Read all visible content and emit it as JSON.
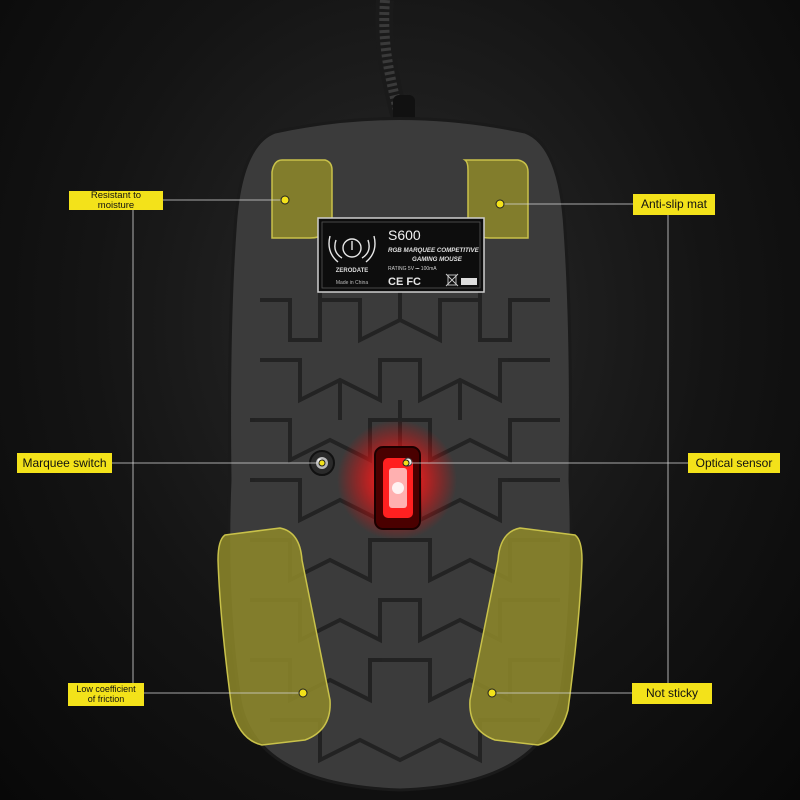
{
  "callouts": {
    "resistant_to_moisture": "Resistant to moisture",
    "anti_slip_mat": "Anti-slip mat",
    "marquee_switch": "Marquee switch",
    "optical_sensor": "Optical sensor",
    "low_coefficient_of_friction": "Low coefficient\nof friction",
    "not_sticky": "Not sticky"
  },
  "product_label": {
    "model": "S600",
    "line1": "RGB MARQUEE COMPETITIVE",
    "line2": "GAMING MOUSE",
    "rating": "RATING 5V ⎓ 100mA",
    "brand": "ZERODATE",
    "origin": "Made in China",
    "cert_marks": "CE FC"
  },
  "colors": {
    "callout_yellow": "#f3e21a",
    "pad_yellow": "#8f8a2a",
    "shell_dark": "#3a3a3a",
    "sensor_red": "#ff2020"
  }
}
